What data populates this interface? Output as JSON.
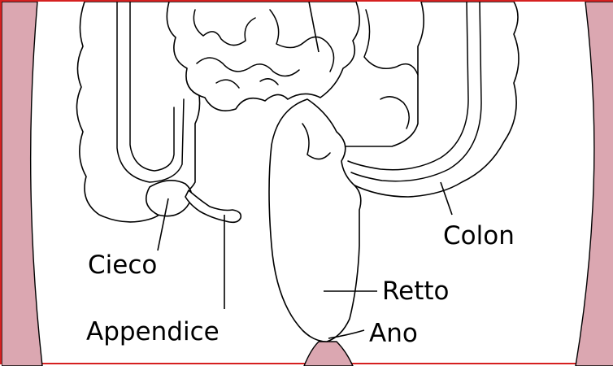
{
  "labels": {
    "cecum": "Cieco",
    "appendix": "Appendice",
    "colon": "Colon",
    "rectum": "Retto",
    "anus": "Ano"
  },
  "colors": {
    "frame": "#d62020",
    "body_wall": "#dba7b1",
    "outline": "#000000",
    "background": "#ffffff"
  }
}
